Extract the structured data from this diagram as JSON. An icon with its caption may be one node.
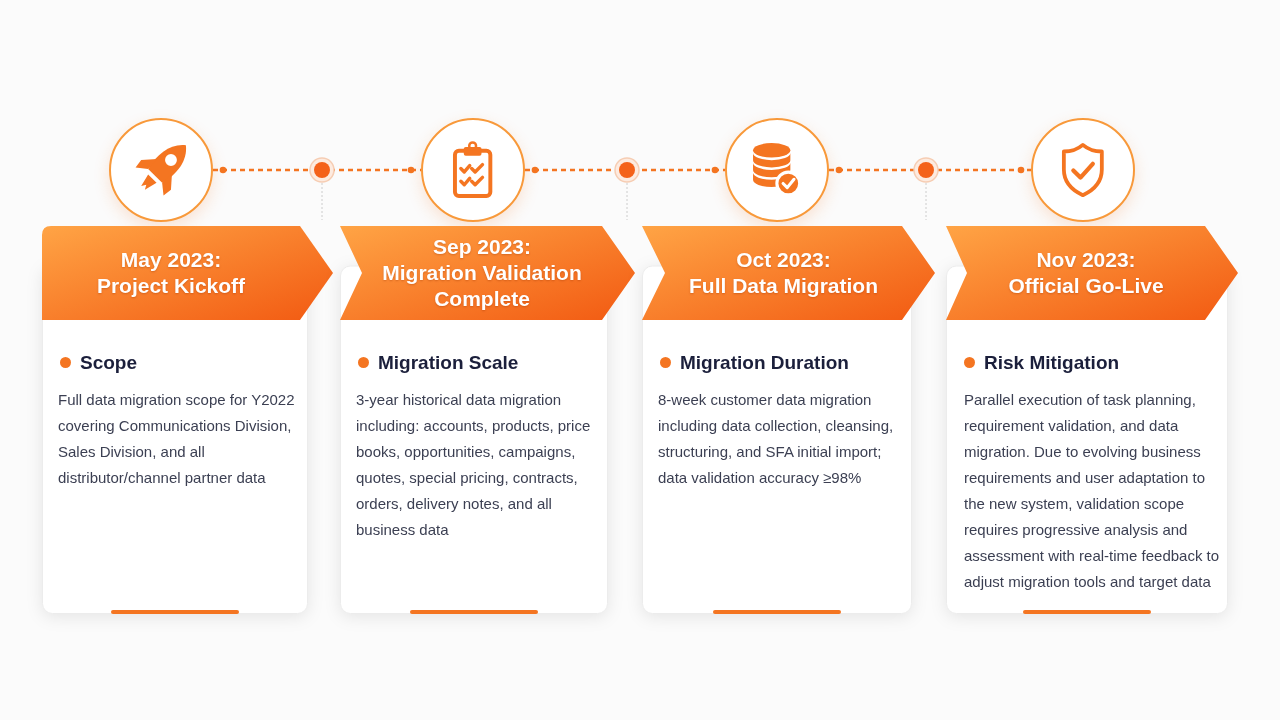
{
  "diagram": {
    "nodes": [
      {
        "text": [],
        "shape": "circle"
      },
      {
        "text": [],
        "shape": "circle"
      },
      {
        "text": [],
        "shape": "circle"
      },
      {
        "text": [],
        "shape": "circle"
      },
      {
        "text": [
          "May 2023:",
          "Project Kickoff",
          "Scope",
          "Full data migration scope for Y2022 covering Communications Division, Sales Division, and all distributor/channel partner data"
        ]
      },
      {
        "text": [
          "Sep 2023:",
          "Migration Validation Complete",
          "Migration Scale",
          "3-year historical data migration including: accounts, products, price books, opportunities, campaigns, quotes, special pricing, contracts, orders, delivery notes, and all business data"
        ]
      },
      {
        "text": [
          "Oct 2023:",
          "Full Data Migration",
          "Migration Duration",
          "8-week customer data migration including data collection, cleansing, structuring, and SFA initial import; data validation accuracy ≥98%"
        ]
      },
      {
        "text": [
          "Nov 2023:",
          "Official Go-Live",
          "Risk Mitigation",
          "Parallel execution of task planning, requirement validation, and data migration. Due to evolving business requirements and user adaptation to the new system, validation scope requires progressive analysis and assessment with real-time feedback to adjust migration tools and target data"
        ]
      }
    ],
    "edges": [
      {
        "from": 0,
        "to": 1,
        "arrow": "other",
        "style": "dashed"
      },
      {
        "from": 1,
        "to": 2,
        "arrow": "other",
        "style": "dashed"
      },
      {
        "from": 2,
        "to": 3,
        "arrow": "other",
        "style": "dashed"
      }
    ]
  }
}
